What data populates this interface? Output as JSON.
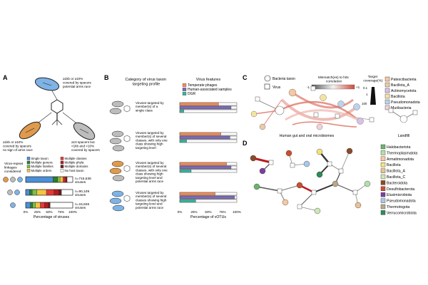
{
  "panels": {
    "a": {
      "letter": "A",
      "annot_top": [
        "≥1kb or ≥10%",
        "covered by spacers",
        "potential arms race"
      ],
      "annot_left": [
        "≥1kb or ≥10%",
        "covered by spacers",
        "no sign of arms race"
      ],
      "annot_right": [
        "≥10 spacers but",
        "<1kb and <10%",
        "covered by spacers"
      ],
      "linkages_title": [
        "Virus-repeat",
        "linkages",
        "considered"
      ],
      "legend": [
        {
          "label": "Single taxon",
          "color": "#4a90d9"
        },
        {
          "label": "Multiple genera",
          "color": "#2e7d32"
        },
        {
          "label": "Multiple families",
          "color": "#7bc043"
        },
        {
          "label": "Multiple orders",
          "color": "#f4c542"
        },
        {
          "label": "Multiple classes",
          "color": "#e53935"
        },
        {
          "label": "Multiple phyla",
          "color": "#b71c1c"
        },
        {
          "label": "Multiple domains",
          "color": "#6d1b1b"
        },
        {
          "label": "No host taxon",
          "color": "#ffffff"
        }
      ],
      "bars": [
        {
          "label": "n=715,536",
          "sub": "viruses",
          "segments": [
            0.58,
            0.1,
            0.05,
            0.06,
            0.04,
            0.03,
            0.02,
            0.12
          ]
        },
        {
          "label": "n=90,109",
          "sub": "viruses",
          "segments": [
            0.08,
            0.06,
            0.1,
            0.2,
            0.16,
            0.1,
            0.06,
            0.24
          ]
        },
        {
          "label": "n=15,846",
          "sub": "viruses",
          "segments": [
            0.1,
            0.05,
            0.06,
            0.1,
            0.09,
            0.08,
            0.04,
            0.48
          ]
        }
      ],
      "ticks": [
        "0%",
        "25%",
        "50%",
        "75%",
        "100%"
      ],
      "xlabel": "Percentage of viruses"
    },
    "b": {
      "letter": "B",
      "title": [
        "Category of virus taxon",
        "targeting profile"
      ],
      "features_title": "Virus features",
      "legend": [
        {
          "label": "Temperate phages",
          "color": "#f08c5a"
        },
        {
          "label": "Human-associated samples",
          "color": "#7d6bb5"
        },
        {
          "label": "DGR",
          "color": "#3cb39a"
        }
      ],
      "categories": [
        {
          "text": [
            "Viruses targeted by",
            "member(s) of a",
            "single class"
          ],
          "values": [
            0.68,
            0.9,
            0.07
          ]
        },
        {
          "text": [
            "Viruses targeted by",
            "member(s) of several",
            "classes, with only one",
            "class showing high",
            "targeting level"
          ],
          "values": [
            0.72,
            0.88,
            0.12
          ]
        },
        {
          "text": [
            "Viruses targeted by",
            "member(s) of several",
            "classes, with only one",
            "class showing high",
            "targeting level and",
            "potential arms race"
          ],
          "values": [
            0.82,
            0.9,
            0.2
          ]
        },
        {
          "text": [
            "Viruses targeted by",
            "member(s) of several",
            "classes showing high",
            "targeting level and",
            "potential arms race"
          ],
          "values": [
            0.62,
            0.96,
            0.28
          ]
        }
      ],
      "ticks": [
        "0%",
        "25%",
        "50%",
        "75%",
        "100%"
      ],
      "xlabel": "Percentage of vOTUs"
    },
    "c": {
      "letter": "C",
      "legend_shapes": [
        {
          "label": "Bacteria taxon",
          "shape": "circle"
        },
        {
          "label": "Virus",
          "shape": "square"
        }
      ],
      "corr_title": [
        "Mismatch(es) to hits",
        "correlation"
      ],
      "corr_min": "-1",
      "corr_max": "+1",
      "coverage_title": [
        "Target",
        "coverage(%)"
      ],
      "coverage_ticks": [
        "0.1",
        "1",
        "100"
      ],
      "taxa": [
        {
          "label": "Patescibacteria",
          "color": "#f6c7a0"
        },
        {
          "label": "Bacillota_A",
          "color": "#e9cba7"
        },
        {
          "label": "Actinomycetota",
          "color": "#d7c3e6"
        },
        {
          "label": "Bacillota",
          "color": "#f4e4a1"
        },
        {
          "label": "Pseudomonadota",
          "color": "#bcd3ec"
        },
        {
          "label": "Muribacteria",
          "color": "#f2d2d8"
        }
      ],
      "net_label_left": "Human gut and oral microbiomes",
      "net_label_right": "Landfill"
    },
    "d": {
      "letter": "D",
      "taxa": [
        {
          "label": "Halobacteriota",
          "color": "#6db36d"
        },
        {
          "label": "Thermoplasmatota",
          "color": "#b5dfa8"
        },
        {
          "label": "Armatimonadota",
          "color": "#f7c9a0"
        },
        {
          "label": "Bacillota",
          "color": "#f2e27a"
        },
        {
          "label": "Bacillota_A",
          "color": "#e8c296"
        },
        {
          "label": "Bacillota_C",
          "color": "#cfe7b5"
        },
        {
          "label": "Bacteroidota",
          "color": "#8b4a2b"
        },
        {
          "label": "Desulfobacterota",
          "color": "#c8502e"
        },
        {
          "label": "Elusimicrobiota",
          "color": "#7c3fa0"
        },
        {
          "label": "Pseudomonadota",
          "color": "#aac8e8"
        },
        {
          "label": "Thermotogota",
          "color": "#b8a98a"
        },
        {
          "label": "Verrucomicrobiota",
          "color": "#2e8b57"
        }
      ]
    }
  }
}
